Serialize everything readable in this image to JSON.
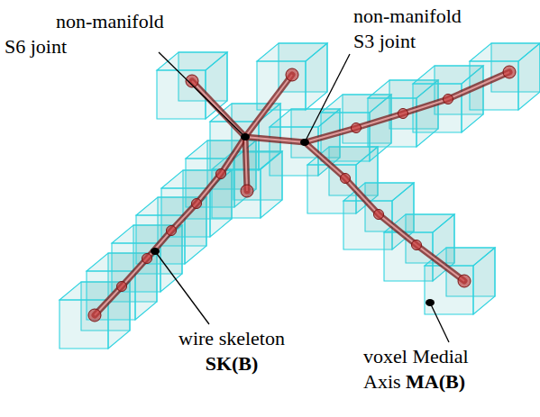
{
  "diagram": {
    "labels": [
      "non-manifold S6 joint",
      "non-manifold S3 joint",
      "wire skeleton",
      "SK(B)",
      "voxel Medial Axis",
      "MA(B)"
    ]
  }
}
